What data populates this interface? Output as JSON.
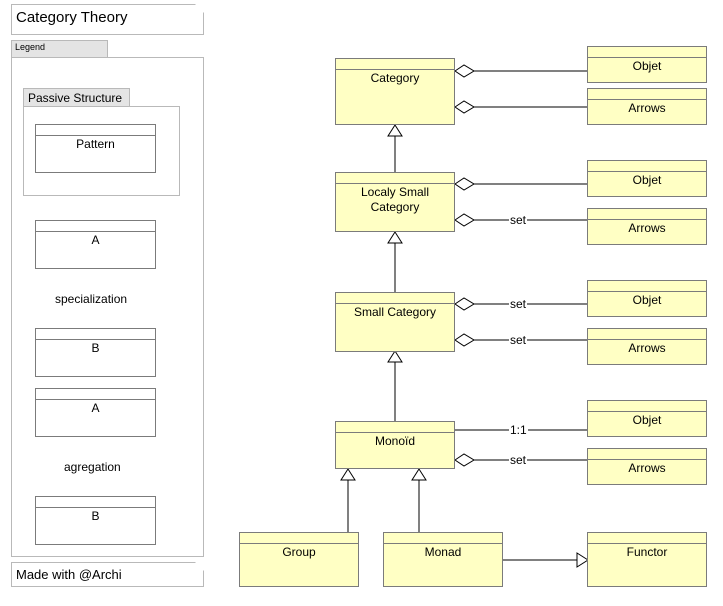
{
  "diagram": {
    "title": "Category Theory",
    "footer": "Made with @Archi",
    "legend": {
      "tab": "Legend",
      "passive_structure": "Passive Structure",
      "pattern": "Pattern",
      "a1": "A",
      "b1": "B",
      "specialization": "specialization",
      "a2": "A",
      "b2": "B",
      "agregation": "agregation"
    },
    "nodes": {
      "category": "Category",
      "locally_small": "Localy Small Category",
      "small_category": "Small Category",
      "monoid": "Monoïd",
      "group": "Group",
      "monad": "Monad",
      "functor": "Functor",
      "objet1": "Objet",
      "arrows1": "Arrows",
      "objet2": "Objet",
      "arrows2": "Arrows",
      "objet3": "Objet",
      "arrows3": "Arrows",
      "objet4": "Objet",
      "arrows4": "Arrows"
    },
    "edge_labels": {
      "ls_arrows": "set",
      "sc_objet": "set",
      "sc_arrows": "set",
      "mo_objet": "1:1",
      "mo_arrows": "set"
    },
    "colors": {
      "element_fill": "#ffffc4",
      "border": "#7b7b7b",
      "frame": "#b9b9b9"
    }
  }
}
